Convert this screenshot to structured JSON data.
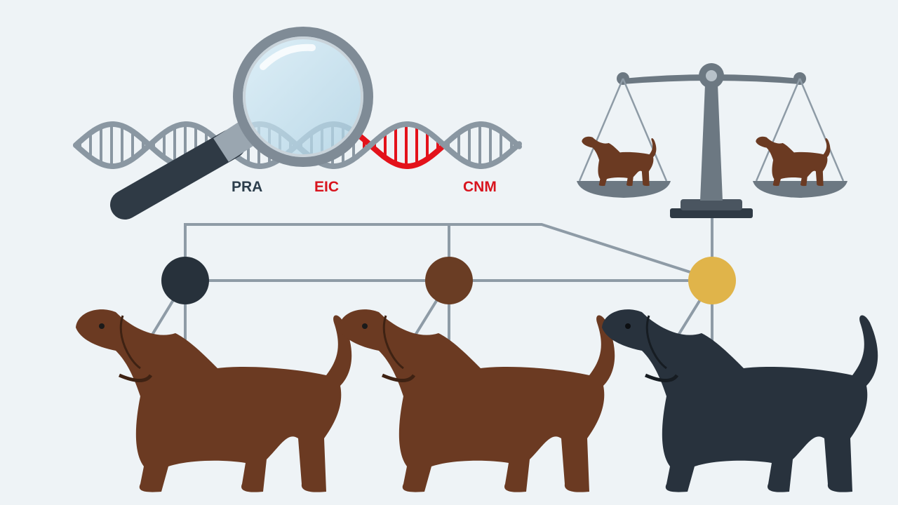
{
  "colors": {
    "background": "#eef3f6",
    "line": "#8e9ba6",
    "dna": "#8a97a2",
    "dna_highlight": "#e3121b",
    "label_dark": "#2c3e4c",
    "label_red": "#d8141e",
    "node_black": "#27313b",
    "node_chocolate": "#6a3d24",
    "node_yellow": "#e0b44a",
    "dog_chocolate": "#6b3a22",
    "dog_black": "#28323d",
    "magnifier": "#2f3a45",
    "scale": "#6c7882"
  },
  "dna": {
    "genes": [
      {
        "id": "pra",
        "label": "PRA",
        "color": "#2c3e4c"
      },
      {
        "id": "eic",
        "label": "EIC",
        "color": "#d8141e"
      },
      {
        "id": "cnm",
        "label": "CNM",
        "color": "#d8141e"
      }
    ]
  },
  "icons": {
    "magnifier": "magnifying-glass-icon",
    "scale": "balance-scale-icon"
  },
  "pedigree": {
    "nodes": [
      {
        "id": "black",
        "color": "#27313b"
      },
      {
        "id": "chocolate",
        "color": "#6a3d24"
      },
      {
        "id": "yellow",
        "color": "#e0b44a"
      }
    ],
    "dogs": [
      {
        "id": "dog-1",
        "coat": "#6b3a22"
      },
      {
        "id": "dog-2",
        "coat": "#6b3a22"
      },
      {
        "id": "dog-3",
        "coat": "#28323d"
      }
    ]
  }
}
